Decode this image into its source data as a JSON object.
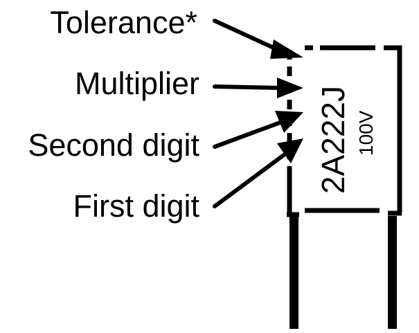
{
  "labels": {
    "tolerance": "Tolerance*",
    "multiplier": "Multiplier",
    "second_digit": "Second digit",
    "first_digit": "First digit"
  },
  "capacitor": {
    "code": "2A222J",
    "voltage": "100V"
  },
  "colors": {
    "ink": "#000000",
    "background": "#ffffff"
  }
}
